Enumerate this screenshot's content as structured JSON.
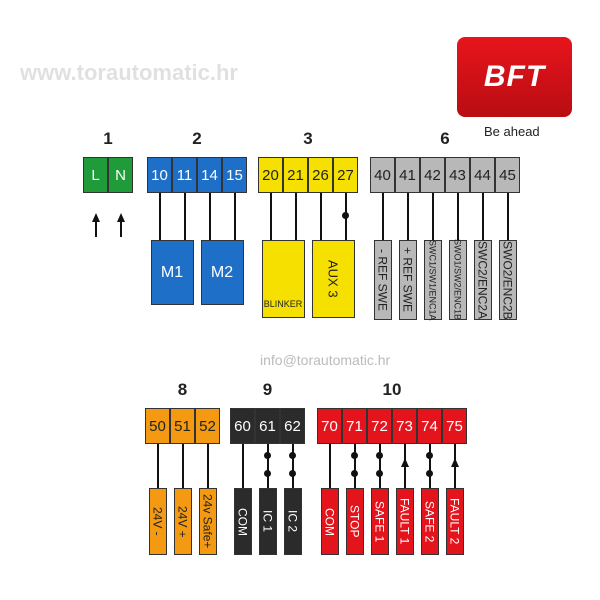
{
  "logo": {
    "brand": "BFT",
    "tagline": "Be ahead",
    "color": "#e01018"
  },
  "watermarks": {
    "email": "info@torautomatic.hr",
    "site": "www.torautomatic.hr"
  },
  "groups": [
    {
      "number": "1",
      "color": "#1f9b3a",
      "text_color": "#fff",
      "terminals": [
        "L",
        "N"
      ],
      "labels": []
    },
    {
      "number": "2",
      "color": "#1e6fc8",
      "text_color": "#fff",
      "terminals": [
        "10",
        "11",
        "14",
        "15"
      ],
      "labels": [
        "M1",
        "M2"
      ]
    },
    {
      "number": "3",
      "color": "#f5e000",
      "text_color": "#222",
      "terminals": [
        "20",
        "21",
        "26",
        "27"
      ],
      "labels": [
        "BLINKER",
        "AUX 3"
      ]
    },
    {
      "number": "6",
      "color": "#b8b8b8",
      "text_color": "#222",
      "terminals": [
        "40",
        "41",
        "42",
        "43",
        "44",
        "45"
      ],
      "labels": [
        "- REF SWE",
        "+ REF SWE",
        "SWC1/SW1/ENC1A",
        "SWO1/SW2/ENC1B",
        "SWC2/ENC2A",
        "SWO2/ENC2B"
      ]
    },
    {
      "number": "8",
      "color": "#f39a12",
      "text_color": "#222",
      "terminals": [
        "50",
        "51",
        "52"
      ],
      "labels": [
        "24V -",
        "24V +",
        "24v Safe+"
      ]
    },
    {
      "number": "9",
      "color": "#2b2b2b",
      "text_color": "#fff",
      "terminals": [
        "60",
        "61",
        "62"
      ],
      "labels": [
        "COM",
        "IC 1",
        "IC 2"
      ]
    },
    {
      "number": "10",
      "color": "#e3141c",
      "text_color": "#fff",
      "terminals": [
        "70",
        "71",
        "72",
        "73",
        "74",
        "75"
      ],
      "labels": [
        "COM",
        "STOP",
        "SAFE 1",
        "FAULT 1",
        "SAFE 2",
        "FAULT 2"
      ]
    }
  ]
}
